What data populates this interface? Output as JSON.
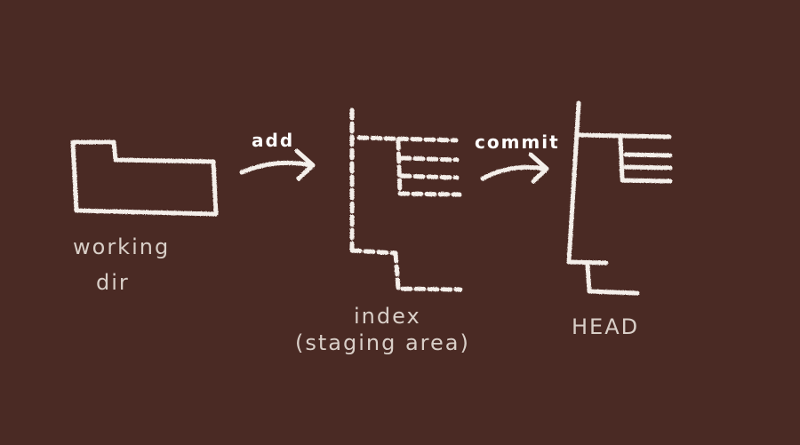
{
  "diagram": {
    "colors": {
      "background": "#4a2a24",
      "chalk": "#f4efea",
      "label": "#d9cfc8"
    },
    "nodes": {
      "working_dir": {
        "line1": "working",
        "line2": "dir",
        "icon": "folder-icon"
      },
      "index": {
        "line1": "index",
        "line2": "(staging area)",
        "icon": "dashed-tree-icon"
      },
      "head": {
        "label": "HEAD",
        "icon": "tree-icon"
      }
    },
    "edges": {
      "add": {
        "label": "add",
        "icon": "arrow-right-icon"
      },
      "commit": {
        "label": "commit",
        "icon": "arrow-right-icon"
      }
    }
  }
}
